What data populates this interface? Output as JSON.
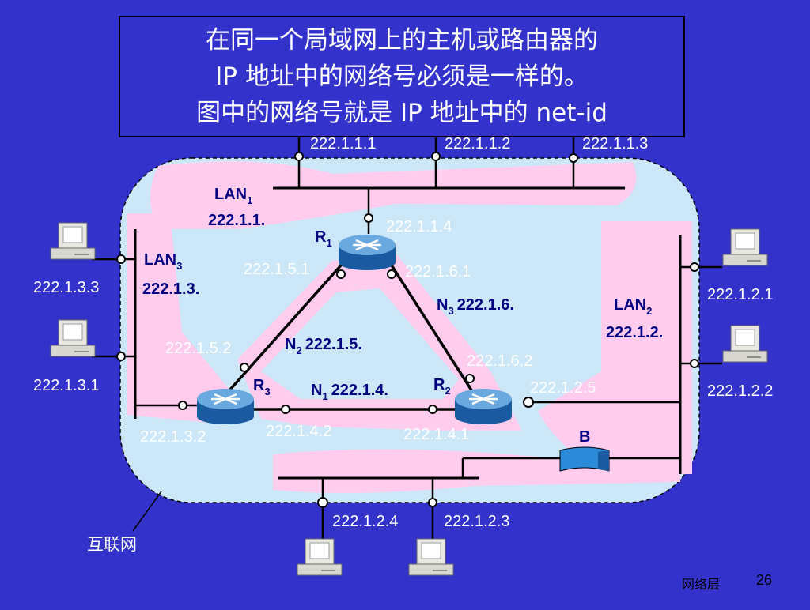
{
  "title_lines": [
    "在同一个局域网上的主机或路由器的",
    "IP 地址中的网络号必须是一样的。",
    "图中的网络号就是 IP 地址中的 net-id"
  ],
  "hosts_top": [
    "222.1.1.1",
    "222.1.1.2",
    "222.1.1.3"
  ],
  "lan1": {
    "name": "LAN",
    "sub": "1",
    "net": "222.1.1."
  },
  "lan2": {
    "name": "LAN",
    "sub": "2",
    "net": "222.1.2."
  },
  "lan3": {
    "name": "LAN",
    "sub": "3",
    "net": "222.1.3."
  },
  "r1": {
    "name": "R",
    "sub": "1",
    "if_lan1": "222.1.1.4",
    "if_n2": "222.1.5.1",
    "if_n3": "222.1.6.1"
  },
  "r2": {
    "name": "R",
    "sub": "2",
    "if_n3": "222.1.6.2",
    "if_lan2": "222.1.2.5",
    "if_n1": "222.1.4.1"
  },
  "r3": {
    "name": "R",
    "sub": "3",
    "if_n2": "222.1.5.2",
    "if_lan3": "222.1.3.2",
    "if_n1": "222.1.4.2"
  },
  "n1": {
    "name": "N",
    "sub": "1",
    "net": "222.1.4."
  },
  "n2": {
    "name": "N",
    "sub": "2",
    "net": "222.1.5."
  },
  "n3": {
    "name": "N",
    "sub": "3",
    "net": "222.1.6."
  },
  "hosts_lan3": [
    "222.1.3.3",
    "222.1.3.1"
  ],
  "hosts_lan2_right": [
    "222.1.2.1",
    "222.1.2.2"
  ],
  "hosts_lan2_bottom": [
    "222.1.2.4",
    "222.1.2.3"
  ],
  "bridge_label": "B",
  "internet_label": "互联网",
  "footer": {
    "chapter": "网络层",
    "page": "26"
  },
  "colors": {
    "background": "#3333cc",
    "internet_fill": "#cce8f8",
    "lan_fill": "#ffccee",
    "text_dark": "#000080"
  }
}
